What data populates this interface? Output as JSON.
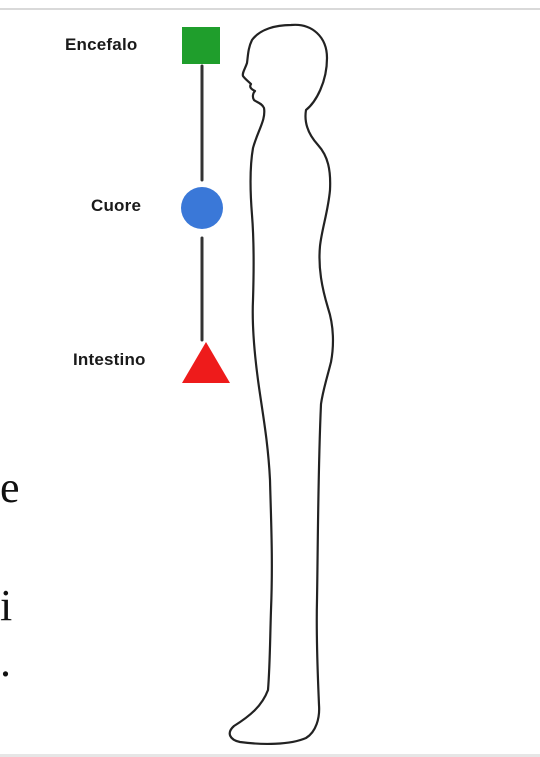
{
  "labels": {
    "brain": "Encefalo",
    "heart": "Cuore",
    "intestine": "Intestino"
  },
  "markers": {
    "brain": {
      "shape": "square",
      "color": "#1f9e2c"
    },
    "heart": {
      "shape": "circle",
      "color": "#3a78d8"
    },
    "intestine": {
      "shape": "triangle",
      "color": "#ee1b1b"
    }
  },
  "connector_color": "#333333",
  "text_fragments": [
    "e",
    "i",
    "."
  ]
}
